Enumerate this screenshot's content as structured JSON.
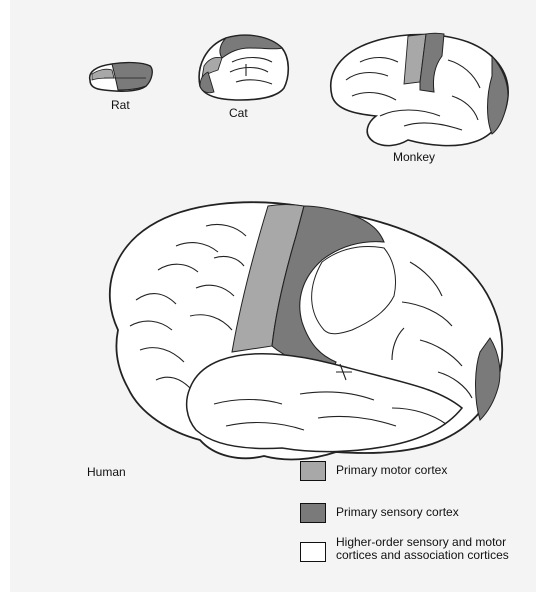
{
  "labels": {
    "rat": "Rat",
    "cat": "Cat",
    "monkey": "Monkey",
    "human": "Human"
  },
  "legend": {
    "motor": "Primary motor cortex",
    "sensory": "Primary sensory cortex",
    "association": "Higher-order sensory and motor cortices and association cortices"
  },
  "colors": {
    "background": "#f4f4f4",
    "brain_fill": "#ffffff",
    "motor": "#a8a8a8",
    "sensory": "#7a7a7a",
    "outline": "#222222"
  }
}
